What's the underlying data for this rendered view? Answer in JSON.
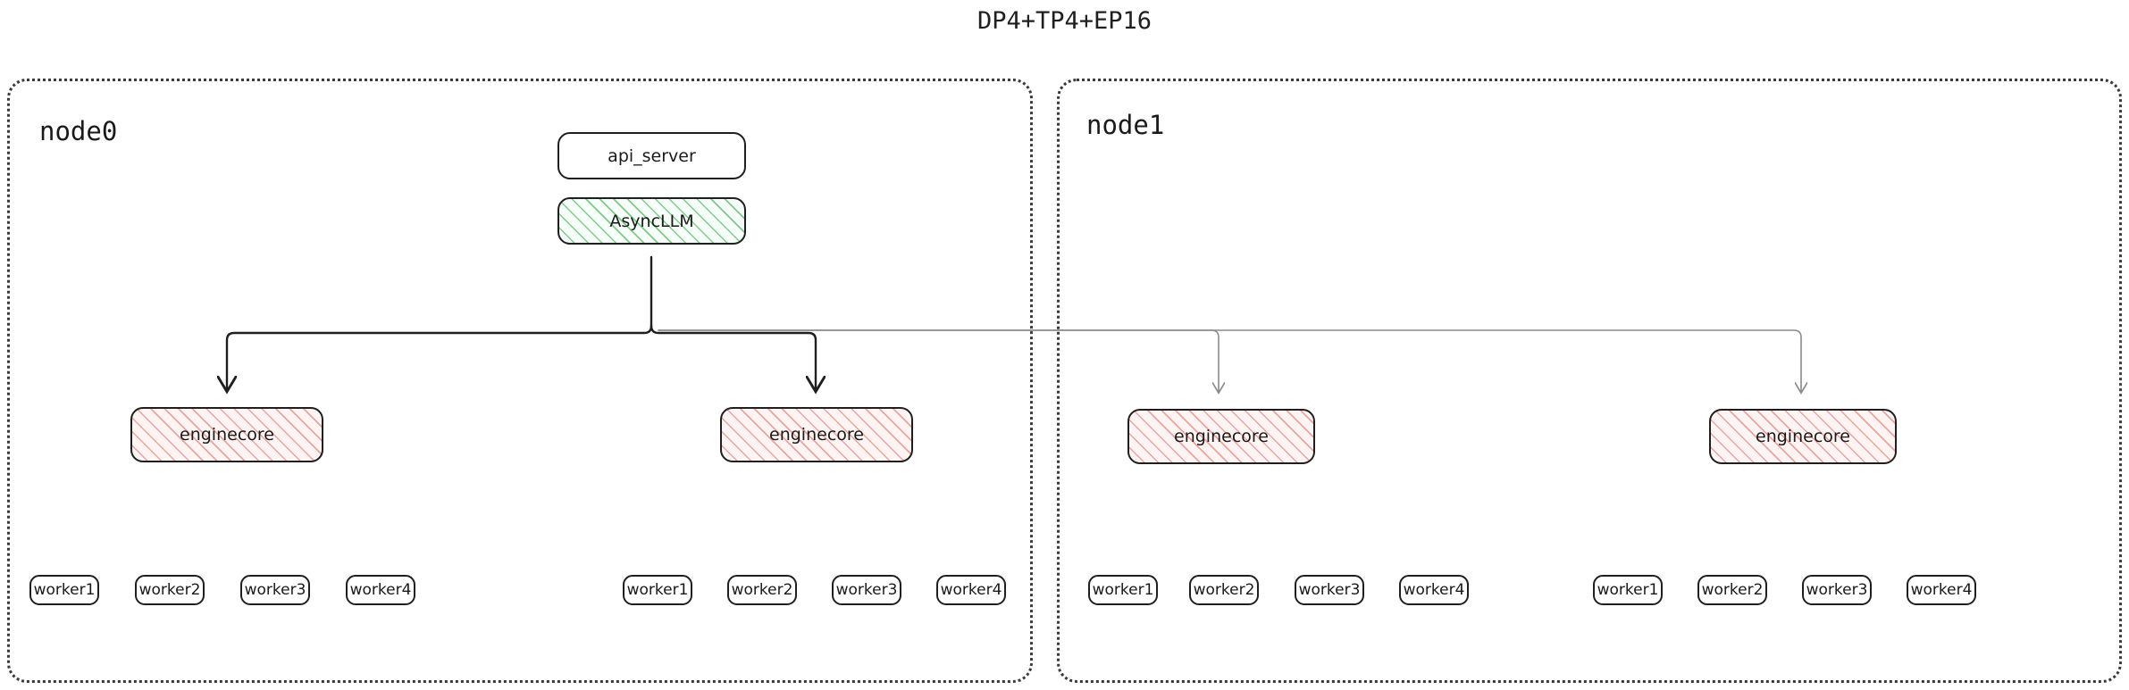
{
  "title": "DP4+TP4+EP16",
  "colors": {
    "stroke_dark": "#1f1f1f",
    "stroke_light": "#777777",
    "hatch_green": "#78c887",
    "hatch_pink": "#e89691",
    "fill_green": "#f7fdf8",
    "fill_pink": "#fdf4f3",
    "container_border": "#3a3a3a"
  },
  "nodes": [
    {
      "label": "node0",
      "boxes": {
        "api_server": "api_server",
        "async_llm": "AsyncLLM"
      },
      "enginecores": [
        {
          "label": "enginecore"
        },
        {
          "label": "enginecore"
        }
      ],
      "worker_groups": [
        {
          "workers": [
            "worker1",
            "worker2",
            "worker3",
            "worker4"
          ]
        },
        {
          "workers": [
            "worker1",
            "worker2",
            "worker3",
            "worker4"
          ]
        }
      ]
    },
    {
      "label": "node1",
      "enginecores": [
        {
          "label": "enginecore"
        },
        {
          "label": "enginecore"
        }
      ],
      "worker_groups": [
        {
          "workers": [
            "worker1",
            "worker2",
            "worker3",
            "worker4"
          ]
        },
        {
          "workers": [
            "worker1",
            "worker2",
            "worker3",
            "worker4"
          ]
        }
      ]
    }
  ]
}
